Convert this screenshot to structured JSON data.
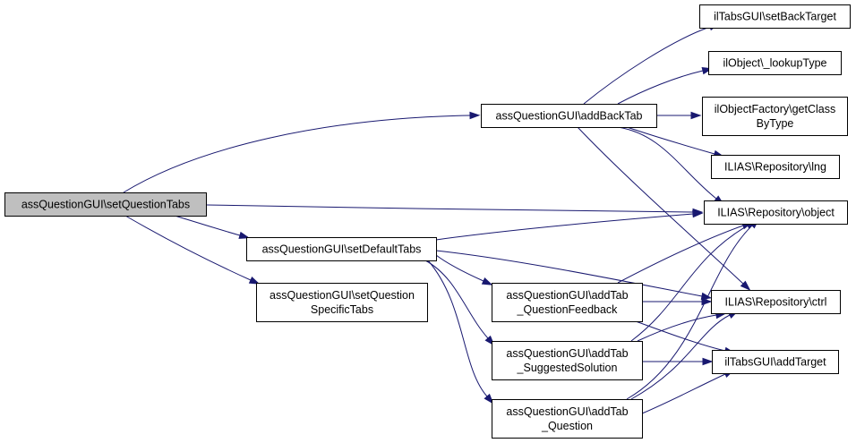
{
  "graph": {
    "nodes": [
      {
        "id": "setQuestionTabs",
        "lines": [
          "assQuestionGUI\\setQuestionTabs"
        ],
        "highlighted": true
      },
      {
        "id": "addBackTab",
        "lines": [
          "assQuestionGUI\\addBackTab"
        ]
      },
      {
        "id": "setDefaultTabs",
        "lines": [
          "assQuestionGUI\\setDefaultTabs"
        ]
      },
      {
        "id": "setQuestionSpecificTabs",
        "lines": [
          "assQuestionGUI\\setQuestion",
          "SpecificTabs"
        ]
      },
      {
        "id": "addTabQuestionFeedback",
        "lines": [
          "assQuestionGUI\\addTab",
          "_QuestionFeedback"
        ]
      },
      {
        "id": "addTabSuggestedSolution",
        "lines": [
          "assQuestionGUI\\addTab",
          "_SuggestedSolution"
        ]
      },
      {
        "id": "addTabQuestion",
        "lines": [
          "assQuestionGUI\\addTab",
          "_Question"
        ]
      },
      {
        "id": "setBackTarget",
        "lines": [
          "ilTabsGUI\\setBackTarget"
        ]
      },
      {
        "id": "lookupType",
        "lines": [
          "ilObject\\_lookupType"
        ]
      },
      {
        "id": "getClassByType",
        "lines": [
          "ilObjectFactory\\getClass",
          "ByType"
        ]
      },
      {
        "id": "lng",
        "lines": [
          "ILIAS\\Repository\\lng"
        ]
      },
      {
        "id": "object",
        "lines": [
          "ILIAS\\Repository\\object"
        ]
      },
      {
        "id": "ctrl",
        "lines": [
          "ILIAS\\Repository\\ctrl"
        ]
      },
      {
        "id": "addTarget",
        "lines": [
          "ilTabsGUI\\addTarget"
        ]
      }
    ],
    "edges": [
      {
        "from": "setQuestionTabs",
        "to": "addBackTab"
      },
      {
        "from": "setQuestionTabs",
        "to": "object"
      },
      {
        "from": "setQuestionTabs",
        "to": "setDefaultTabs"
      },
      {
        "from": "setQuestionTabs",
        "to": "setQuestionSpecificTabs"
      },
      {
        "from": "addBackTab",
        "to": "setBackTarget"
      },
      {
        "from": "addBackTab",
        "to": "lookupType"
      },
      {
        "from": "addBackTab",
        "to": "getClassByType"
      },
      {
        "from": "addBackTab",
        "to": "lng"
      },
      {
        "from": "addBackTab",
        "to": "object"
      },
      {
        "from": "addBackTab",
        "to": "ctrl"
      },
      {
        "from": "setDefaultTabs",
        "to": "object"
      },
      {
        "from": "setDefaultTabs",
        "to": "ctrl"
      },
      {
        "from": "setDefaultTabs",
        "to": "addTabQuestionFeedback"
      },
      {
        "from": "setDefaultTabs",
        "to": "addTabSuggestedSolution"
      },
      {
        "from": "setDefaultTabs",
        "to": "addTabQuestion"
      },
      {
        "from": "addTabQuestionFeedback",
        "to": "object"
      },
      {
        "from": "addTabQuestionFeedback",
        "to": "ctrl"
      },
      {
        "from": "addTabQuestionFeedback",
        "to": "addTarget"
      },
      {
        "from": "addTabSuggestedSolution",
        "to": "object"
      },
      {
        "from": "addTabSuggestedSolution",
        "to": "ctrl"
      },
      {
        "from": "addTabSuggestedSolution",
        "to": "addTarget"
      },
      {
        "from": "addTabQuestion",
        "to": "object"
      },
      {
        "from": "addTabQuestion",
        "to": "ctrl"
      },
      {
        "from": "addTabQuestion",
        "to": "addTarget"
      }
    ],
    "colors": {
      "edge": "#191970",
      "node_fill": "#ffffff",
      "node_highlight_fill": "#bfbfbf",
      "node_border": "#000000"
    }
  }
}
